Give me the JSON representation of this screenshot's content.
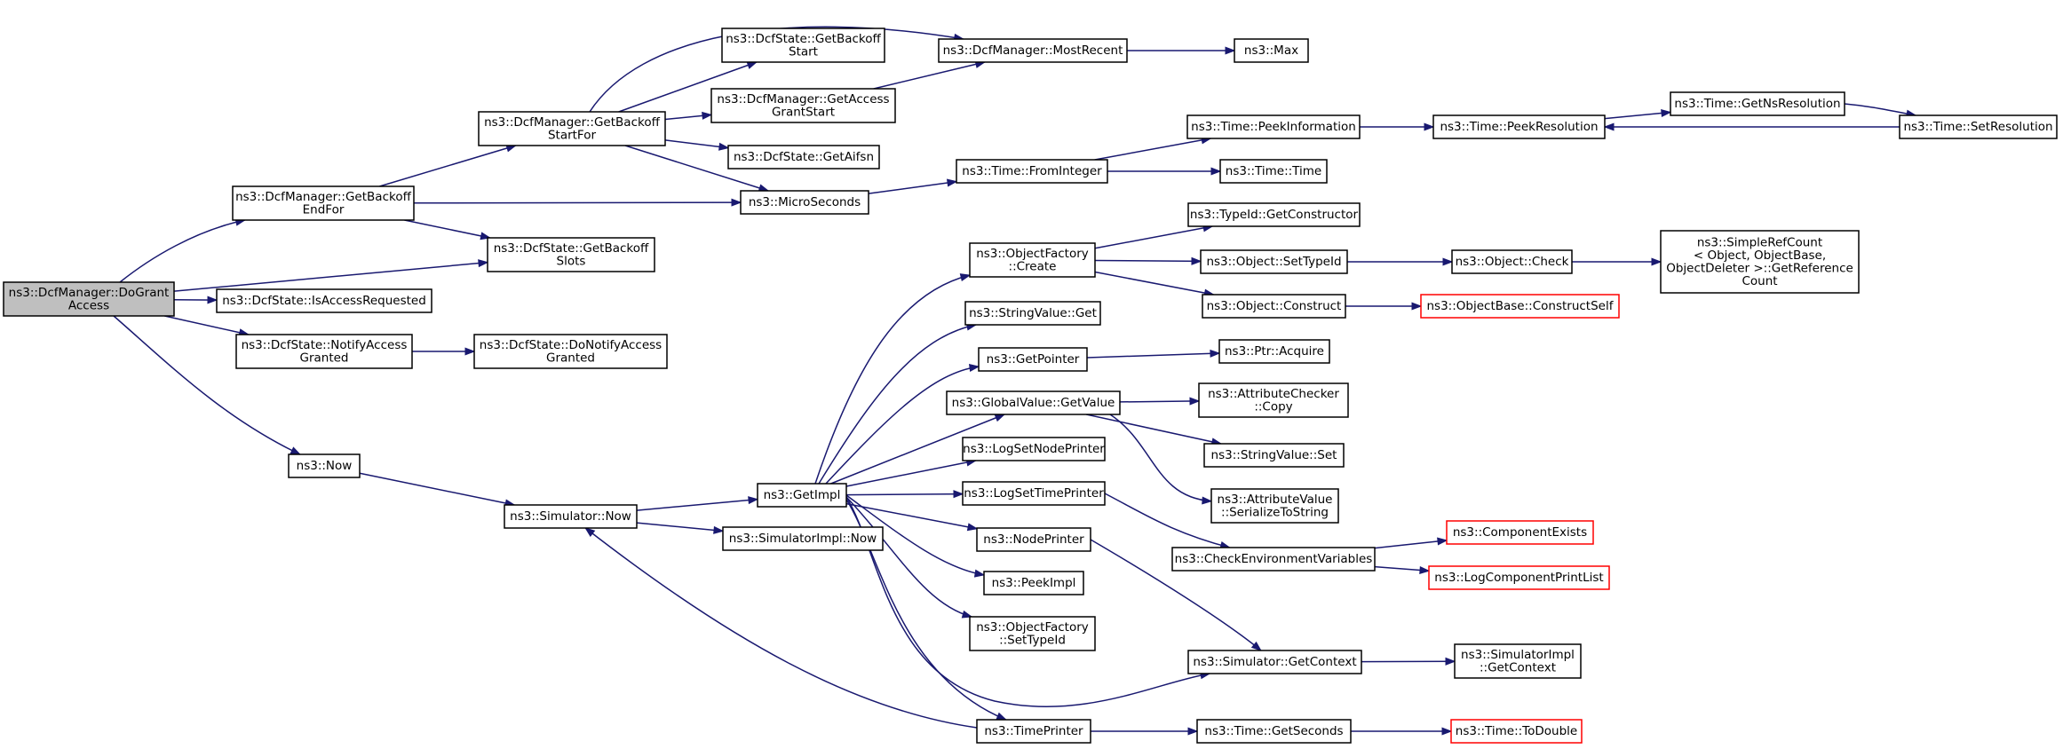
{
  "graph": {
    "colors": {
      "edge": "#191970",
      "node_border": "#000000",
      "missing_border": "#ff0000",
      "root_fill": "#bfbfbf",
      "background": "#ffffff"
    },
    "nodes": [
      {
        "id": "root",
        "lines": [
          "ns3::DcfManager::DoGrant",
          "Access"
        ],
        "kind": "root"
      },
      {
        "id": "getbackoffendfor",
        "lines": [
          "ns3::DcfManager::GetBackoff",
          "EndFor"
        ]
      },
      {
        "id": "getbackoffstartfor",
        "lines": [
          "ns3::DcfManager::GetBackoff",
          "StartFor"
        ]
      },
      {
        "id": "dcfstate_getbackoffstart",
        "lines": [
          "ns3::DcfState::GetBackoff",
          "Start"
        ]
      },
      {
        "id": "getaccessgrantstart",
        "lines": [
          "ns3::DcfManager::GetAccess",
          "GrantStart"
        ]
      },
      {
        "id": "mostrecent",
        "lines": [
          "ns3::DcfManager::MostRecent"
        ]
      },
      {
        "id": "max",
        "lines": [
          "ns3::Max"
        ]
      },
      {
        "id": "getaifsn",
        "lines": [
          "ns3::DcfState::GetAifsn"
        ]
      },
      {
        "id": "microseconds",
        "lines": [
          "ns3::MicroSeconds"
        ]
      },
      {
        "id": "frominteger",
        "lines": [
          "ns3::Time::FromInteger"
        ]
      },
      {
        "id": "peekinformation",
        "lines": [
          "ns3::Time::PeekInformation"
        ]
      },
      {
        "id": "peekresolution",
        "lines": [
          "ns3::Time::PeekResolution"
        ]
      },
      {
        "id": "getnsresolution",
        "lines": [
          "ns3::Time::GetNsResolution"
        ]
      },
      {
        "id": "setresolution",
        "lines": [
          "ns3::Time::SetResolution"
        ]
      },
      {
        "id": "time_time",
        "lines": [
          "ns3::Time::Time"
        ]
      },
      {
        "id": "getbackoffslots",
        "lines": [
          "ns3::DcfState::GetBackoff",
          "Slots"
        ]
      },
      {
        "id": "isaccessrequested",
        "lines": [
          "ns3::DcfState::IsAccessRequested"
        ]
      },
      {
        "id": "notifyaccessgranted",
        "lines": [
          "ns3::DcfState::NotifyAccess",
          "Granted"
        ]
      },
      {
        "id": "donotifyaccessgranted",
        "lines": [
          "ns3::DcfState::DoNotifyAccess",
          "Granted"
        ]
      },
      {
        "id": "now",
        "lines": [
          "ns3::Now"
        ]
      },
      {
        "id": "simulator_now",
        "lines": [
          "ns3::Simulator::Now"
        ]
      },
      {
        "id": "simulatorimpl_now",
        "lines": [
          "ns3::SimulatorImpl::Now"
        ]
      },
      {
        "id": "getimpl",
        "lines": [
          "ns3::GetImpl"
        ]
      },
      {
        "id": "objectfactory_create",
        "lines": [
          "ns3::ObjectFactory",
          "::Create"
        ]
      },
      {
        "id": "stringvalue_get",
        "lines": [
          "ns3::StringValue::Get"
        ]
      },
      {
        "id": "getpointer",
        "lines": [
          "ns3::GetPointer"
        ]
      },
      {
        "id": "globalvalue_getvalue",
        "lines": [
          "ns3::GlobalValue::GetValue"
        ]
      },
      {
        "id": "logsetnodeprinter",
        "lines": [
          "ns3::LogSetNodePrinter"
        ]
      },
      {
        "id": "logsettimeprinter",
        "lines": [
          "ns3::LogSetTimePrinter"
        ]
      },
      {
        "id": "nodeprinter",
        "lines": [
          "ns3::NodePrinter"
        ]
      },
      {
        "id": "peekimpl",
        "lines": [
          "ns3::PeekImpl"
        ]
      },
      {
        "id": "objectfactory_settypeid",
        "lines": [
          "ns3::ObjectFactory",
          "::SetTypeId"
        ]
      },
      {
        "id": "timeprinter",
        "lines": [
          "ns3::TimePrinter"
        ]
      },
      {
        "id": "typeid_getconstructor",
        "lines": [
          "ns3::TypeId::GetConstructor"
        ]
      },
      {
        "id": "object_settypeid",
        "lines": [
          "ns3::Object::SetTypeId"
        ]
      },
      {
        "id": "object_check",
        "lines": [
          "ns3::Object::Check"
        ]
      },
      {
        "id": "simplerefcount",
        "lines": [
          "ns3::SimpleRefCount",
          "< Object, ObjectBase,",
          "ObjectDeleter >::GetReference",
          "Count"
        ]
      },
      {
        "id": "object_construct",
        "lines": [
          "ns3::Object::Construct"
        ]
      },
      {
        "id": "constructself",
        "lines": [
          "ns3::ObjectBase::ConstructSelf"
        ],
        "kind": "missing"
      },
      {
        "id": "ptr_acquire",
        "lines": [
          "ns3::Ptr::Acquire"
        ]
      },
      {
        "id": "attributechecker_copy",
        "lines": [
          "ns3::AttributeChecker",
          "::Copy"
        ]
      },
      {
        "id": "stringvalue_set",
        "lines": [
          "ns3::StringValue::Set"
        ]
      },
      {
        "id": "attributevalue_serialize",
        "lines": [
          "ns3::AttributeValue",
          "::SerializeToString"
        ]
      },
      {
        "id": "checkenvvars",
        "lines": [
          "ns3::CheckEnvironmentVariables"
        ]
      },
      {
        "id": "componentexists",
        "lines": [
          "ns3::ComponentExists"
        ],
        "kind": "missing"
      },
      {
        "id": "logcomponentprintlist",
        "lines": [
          "ns3::LogComponentPrintList"
        ],
        "kind": "missing"
      },
      {
        "id": "simulator_getcontext",
        "lines": [
          "ns3::Simulator::GetContext"
        ]
      },
      {
        "id": "simulatorimpl_getcontext",
        "lines": [
          "ns3::SimulatorImpl",
          "::GetContext"
        ]
      },
      {
        "id": "time_getseconds",
        "lines": [
          "ns3::Time::GetSeconds"
        ]
      },
      {
        "id": "time_todouble",
        "lines": [
          "ns3::Time::ToDouble"
        ],
        "kind": "missing"
      }
    ],
    "edges": [
      [
        "root",
        "getbackoffendfor"
      ],
      [
        "root",
        "getbackoffslots"
      ],
      [
        "root",
        "isaccessrequested"
      ],
      [
        "root",
        "notifyaccessgranted"
      ],
      [
        "root",
        "now"
      ],
      [
        "getbackoffendfor",
        "getbackoffstartfor"
      ],
      [
        "getbackoffendfor",
        "microseconds"
      ],
      [
        "getbackoffendfor",
        "getbackoffslots"
      ],
      [
        "getbackoffstartfor",
        "dcfstate_getbackoffstart"
      ],
      [
        "getbackoffstartfor",
        "getaccessgrantstart"
      ],
      [
        "getbackoffstartfor",
        "mostrecent"
      ],
      [
        "getbackoffstartfor",
        "getaifsn"
      ],
      [
        "getbackoffstartfor",
        "microseconds"
      ],
      [
        "getaccessgrantstart",
        "mostrecent"
      ],
      [
        "mostrecent",
        "max"
      ],
      [
        "microseconds",
        "frominteger"
      ],
      [
        "frominteger",
        "peekinformation"
      ],
      [
        "frominteger",
        "time_time"
      ],
      [
        "peekinformation",
        "peekresolution"
      ],
      [
        "peekresolution",
        "getnsresolution"
      ],
      [
        "getnsresolution",
        "setresolution"
      ],
      [
        "setresolution",
        "peekresolution"
      ],
      [
        "notifyaccessgranted",
        "donotifyaccessgranted"
      ],
      [
        "now",
        "simulator_now"
      ],
      [
        "simulator_now",
        "getimpl"
      ],
      [
        "simulator_now",
        "simulatorimpl_now"
      ],
      [
        "getimpl",
        "objectfactory_create"
      ],
      [
        "getimpl",
        "stringvalue_get"
      ],
      [
        "getimpl",
        "getpointer"
      ],
      [
        "getimpl",
        "globalvalue_getvalue"
      ],
      [
        "getimpl",
        "logsetnodeprinter"
      ],
      [
        "getimpl",
        "logsettimeprinter"
      ],
      [
        "getimpl",
        "nodeprinter"
      ],
      [
        "getimpl",
        "peekimpl"
      ],
      [
        "getimpl",
        "objectfactory_settypeid"
      ],
      [
        "getimpl",
        "timeprinter"
      ],
      [
        "getimpl",
        "simulator_getcontext"
      ],
      [
        "objectfactory_create",
        "typeid_getconstructor"
      ],
      [
        "objectfactory_create",
        "object_settypeid"
      ],
      [
        "objectfactory_create",
        "object_construct"
      ],
      [
        "object_settypeid",
        "object_check"
      ],
      [
        "object_check",
        "simplerefcount"
      ],
      [
        "object_construct",
        "constructself"
      ],
      [
        "getpointer",
        "ptr_acquire"
      ],
      [
        "globalvalue_getvalue",
        "attributechecker_copy"
      ],
      [
        "globalvalue_getvalue",
        "stringvalue_set"
      ],
      [
        "globalvalue_getvalue",
        "attributevalue_serialize"
      ],
      [
        "logsettimeprinter",
        "checkenvvars"
      ],
      [
        "checkenvvars",
        "componentexists"
      ],
      [
        "checkenvvars",
        "logcomponentprintlist"
      ],
      [
        "nodeprinter",
        "simulator_getcontext"
      ],
      [
        "simulator_getcontext",
        "simulatorimpl_getcontext"
      ],
      [
        "timeprinter",
        "simulator_now"
      ],
      [
        "timeprinter",
        "time_getseconds"
      ],
      [
        "time_getseconds",
        "time_todouble"
      ]
    ]
  }
}
